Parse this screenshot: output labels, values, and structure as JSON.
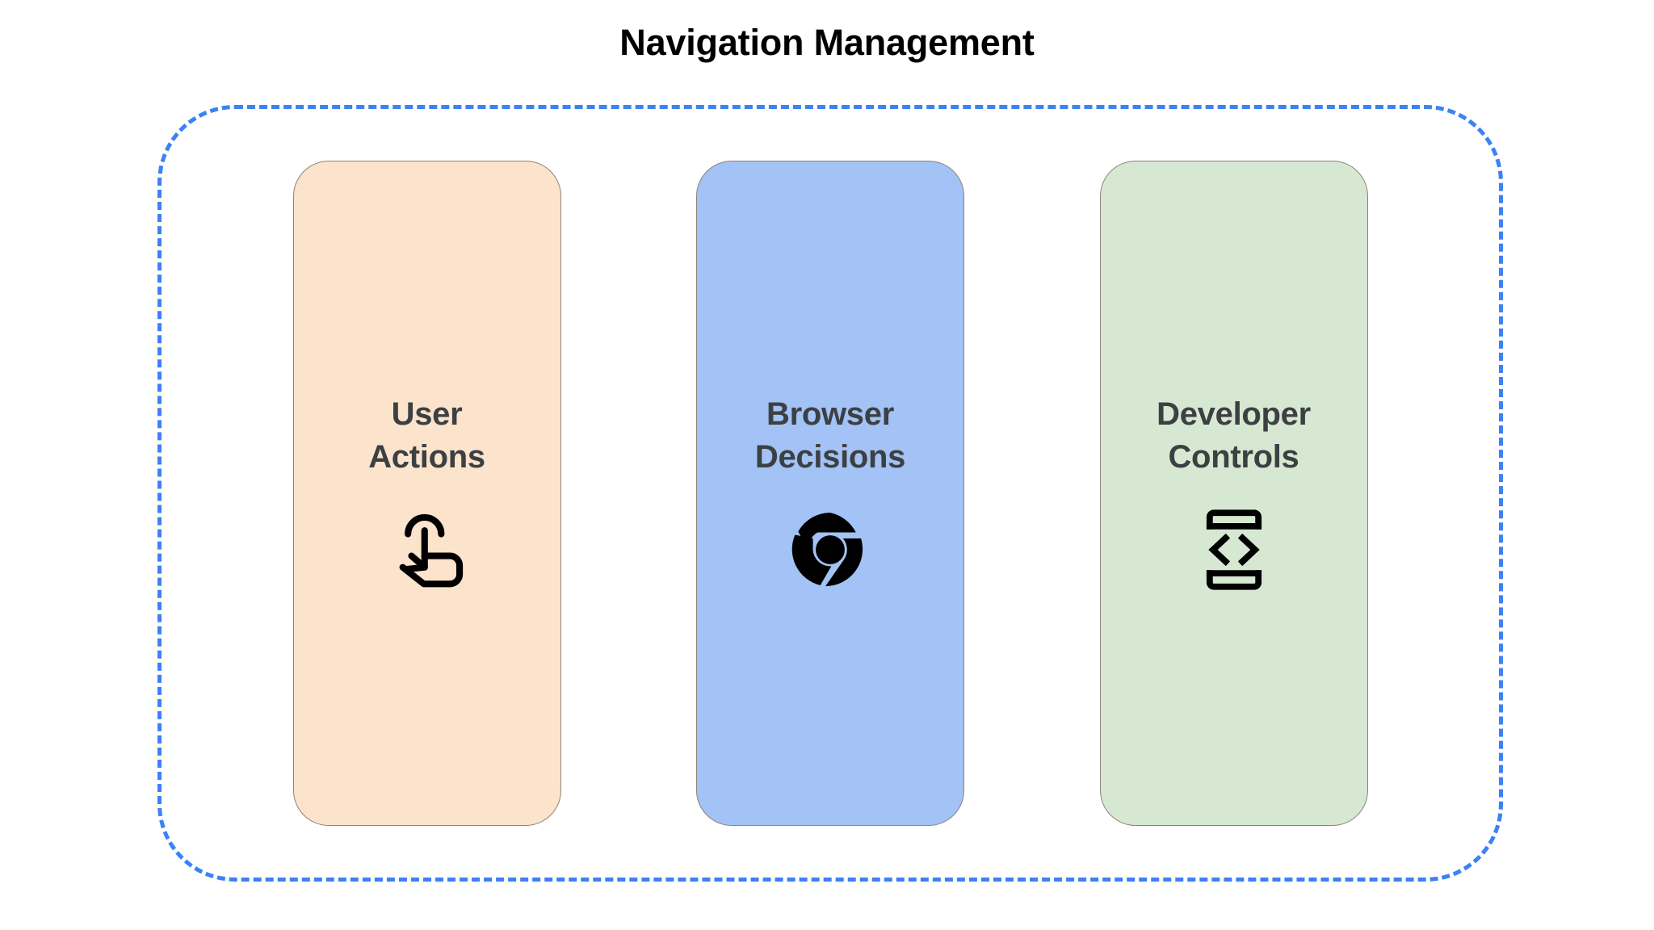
{
  "title": "Navigation Management",
  "colors": {
    "title_text": "#000000",
    "container_border": "#3b82f6",
    "card_label_text": "#3c4043",
    "card_border": "#8a8578",
    "card_user_actions_bg": "#FCE3CB",
    "card_browser_decisions_bg": "#A3C2F5",
    "card_developer_controls_bg": "#D6E8D1",
    "icon": "#000000",
    "page_bg": "#ffffff"
  },
  "container": {
    "border_style": "dashed",
    "name": "navigation-management-group"
  },
  "cards": [
    {
      "id": "user-actions",
      "label": "User\nActions",
      "label_line1": "User",
      "label_line2": "Actions",
      "bg": "#FCE3CB",
      "icon": "touch-gesture-icon"
    },
    {
      "id": "browser-decisions",
      "label": "Browser\nDecisions",
      "label_line1": "Browser",
      "label_line2": "Decisions",
      "bg": "#A3C2F5",
      "icon": "chrome-browser-icon"
    },
    {
      "id": "developer-controls",
      "label": "Developer\nControls",
      "label_line1": "Developer",
      "label_line2": "Controls",
      "bg": "#D6E8D1",
      "icon": "device-code-brackets-icon"
    }
  ]
}
